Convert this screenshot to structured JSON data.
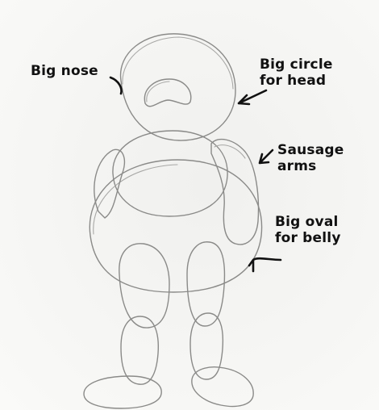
{
  "annotations": {
    "nose": "Big nose",
    "head": [
      "Big circle",
      "for head"
    ],
    "arms": [
      "Sausage",
      "arms"
    ],
    "belly": [
      "Big oval",
      "for belly"
    ]
  }
}
